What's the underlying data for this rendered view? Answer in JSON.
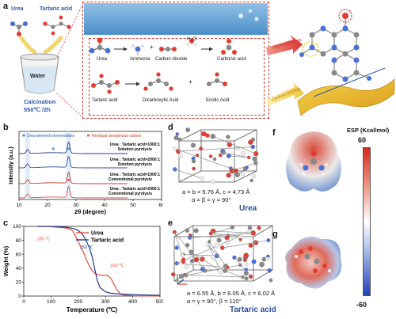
{
  "panel_labels": {
    "a": "a",
    "b": "b",
    "c": "c",
    "d": "d",
    "e": "e",
    "f": "f",
    "g": "g"
  },
  "panel_a": {
    "reagent1": "Urea",
    "reagent2": "Tartaric acid",
    "water": "Water",
    "calcination1": "Calcination",
    "calcination2": "550℃ /2h",
    "urea": "Urea",
    "ammonia": "Ammonia",
    "carbon_dioxide": "Carbon dioxide",
    "water_mol": "H₂O",
    "carbonic_acid": "Carbonic acid",
    "tartaric": "Tartaric acid",
    "dicarboxylic": "Dicarboxylic Acid",
    "enolic": "Enolic Acid",
    "hydroxylation": "Hydroxylation",
    "carbon_doping": "Carbon doping",
    "plus1": "+",
    "plus2": "+"
  },
  "panel_b": {
    "legend1": "Urea-derived intermediates",
    "legend2": "Residual amorphous carbon",
    "trace1a": "Urea : Tartaric acid=1000:1",
    "trace1b": "Solution pyrolysis",
    "trace2a": "Urea : Tartaric acid=2000:1",
    "trace2b": "Solution pyrolysis",
    "trace3a": "Urea : Tartaric acid=1000:1",
    "trace3b": "Conventional pyrolysis",
    "trace4a": "Urea : Tartaric acid=2000:1",
    "trace4b": "Conventional pyrolysis"
  },
  "panel_d": {
    "params1": "a = b = 5.76 Å, c = 4.73 Å",
    "params2": "α = β = γ = 90°",
    "name": "Urea"
  },
  "panel_e": {
    "params1": "a = 6.55 Å, b = 6.05 Å, c = 6.02 Å",
    "params2": "α = γ = 90°, β = 110°",
    "name": "Tartaric acid"
  },
  "panel_fg": {
    "esp_title": "ESP (Kcal/mol)",
    "esp_max": "60",
    "esp_min": "-60"
  },
  "chart_data": [
    {
      "type": "line",
      "panel": "b",
      "xlabel": "2θ (degree)",
      "ylabel": "Intensity (a.u.)",
      "xlim": [
        10,
        60
      ],
      "x_ticks": [
        10,
        20,
        30,
        40,
        50,
        60
      ],
      "series": [
        {
          "name": "Urea : Tartaric acid=1000:1 Solution pyrolysis",
          "color": "#1f3b8c",
          "peaks": [
            13.0,
            27.4
          ]
        },
        {
          "name": "Urea : Tartaric acid=2000:1 Solution pyrolysis",
          "color": "#2e4d9e",
          "peaks": [
            13.0,
            27.4
          ]
        },
        {
          "name": "Urea : Tartaric acid=1000:1 Conventional pyrolysis",
          "color": "#c0392b",
          "peaks": [
            13.0,
            27.4
          ]
        },
        {
          "name": "Urea : Tartaric acid=2000:1 Conventional pyrolysis",
          "color": "#d9534f",
          "peaks": [
            13.0,
            27.4
          ]
        }
      ],
      "markers": [
        {
          "label": "Urea-derived intermediates",
          "color": "#5b9bd5",
          "x": [
            21.9,
            22.3,
            24.6,
            29.5
          ]
        },
        {
          "label": "Residual amorphous carbon",
          "color": "#e06666",
          "x": [
            27.4
          ]
        }
      ]
    },
    {
      "type": "line",
      "panel": "c",
      "xlabel": "Temperature (℃)",
      "ylabel": "Weight (%)",
      "xlim": [
        0,
        500
      ],
      "ylim": [
        0,
        100
      ],
      "x_ticks": [
        0,
        100,
        200,
        300,
        400,
        500
      ],
      "y_ticks": [
        0,
        20,
        40,
        60,
        80,
        100
      ],
      "annotations": [
        "180 ℃",
        "250 ℃",
        "310 ℃"
      ],
      "series": [
        {
          "name": "Urea",
          "color": "#e74c3c",
          "x": [
            50,
            100,
            150,
            170,
            180,
            190,
            200,
            210,
            220,
            230,
            240,
            250,
            260,
            270,
            280,
            290,
            300,
            310,
            320,
            330,
            340,
            350,
            360,
            380,
            400,
            450,
            500
          ],
          "y": [
            100,
            99.5,
            98,
            96,
            93,
            86,
            78,
            70,
            62,
            52,
            44,
            37,
            33,
            31,
            30,
            30,
            30,
            29,
            25,
            18,
            10,
            5,
            2,
            1,
            0.5,
            0.2,
            0
          ]
        },
        {
          "name": "Tartaric acid",
          "color": "#1f3b8c",
          "x": [
            50,
            100,
            150,
            170,
            190,
            200,
            210,
            220,
            230,
            240,
            250,
            260,
            270,
            280,
            300,
            320,
            350,
            400,
            450,
            500
          ],
          "y": [
            100,
            99.8,
            99,
            98,
            96,
            94,
            91,
            86,
            79,
            70,
            58,
            40,
            22,
            12,
            6,
            4,
            3,
            2,
            1.5,
            1
          ]
        }
      ]
    }
  ]
}
